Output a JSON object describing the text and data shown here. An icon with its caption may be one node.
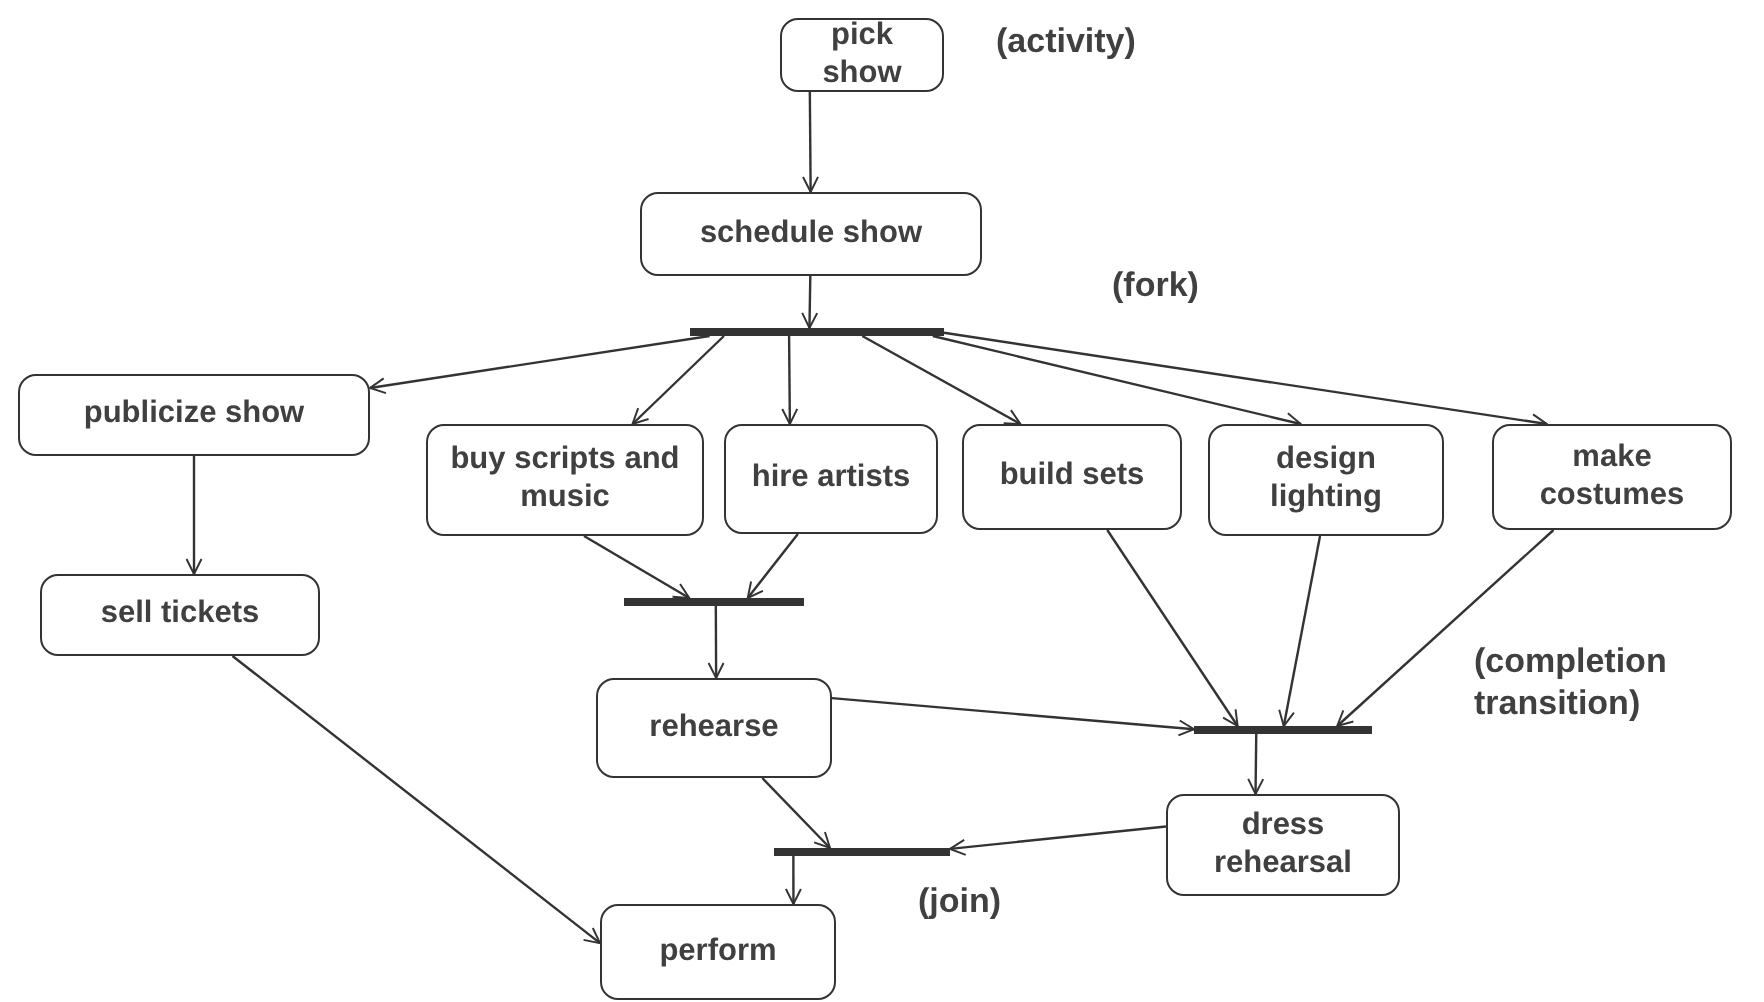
{
  "diagram": {
    "nodes": [
      {
        "text": [
          "pick show"
        ]
      },
      {
        "text": [
          "schedule show"
        ]
      },
      {
        "text": [],
        "shape": "bar"
      },
      {
        "text": [
          "publicize show"
        ]
      },
      {
        "text": [
          "buy scripts and music"
        ]
      },
      {
        "text": [
          "hire artists"
        ]
      },
      {
        "text": [
          "build sets"
        ]
      },
      {
        "text": [
          "design lighting"
        ]
      },
      {
        "text": [
          "make costumes"
        ]
      },
      {
        "text": [
          "sell tickets"
        ]
      },
      {
        "text": [],
        "shape": "bar"
      },
      {
        "text": [
          "rehearse"
        ]
      },
      {
        "text": [],
        "shape": "bar"
      },
      {
        "text": [
          "dress rehearsal"
        ]
      },
      {
        "text": [],
        "shape": "bar"
      },
      {
        "text": [
          "perform"
        ]
      }
    ],
    "edges": [
      {
        "from": 0,
        "to": 1,
        "arrow": "to"
      },
      {
        "from": 1,
        "to": 2,
        "arrow": "to"
      },
      {
        "from": 2,
        "to": 3,
        "arrow": "to"
      },
      {
        "from": 2,
        "to": 4,
        "arrow": "to"
      },
      {
        "from": 2,
        "to": 5,
        "arrow": "to"
      },
      {
        "from": 2,
        "to": 6,
        "arrow": "to"
      },
      {
        "from": 2,
        "to": 7,
        "arrow": "to"
      },
      {
        "from": 2,
        "to": 8,
        "arrow": "to"
      },
      {
        "from": 3,
        "to": 9,
        "arrow": "to"
      },
      {
        "from": 4,
        "to": 10,
        "arrow": "to"
      },
      {
        "from": 5,
        "to": 10,
        "arrow": "to"
      },
      {
        "from": 10,
        "to": 11,
        "arrow": "to"
      },
      {
        "from": 11,
        "to": 12,
        "arrow": "to"
      },
      {
        "from": 6,
        "to": 12,
        "arrow": "to"
      },
      {
        "from": 7,
        "to": 12,
        "arrow": "to"
      },
      {
        "from": 8,
        "to": 12,
        "arrow": "to"
      },
      {
        "from": 12,
        "to": 13,
        "arrow": "to"
      },
      {
        "from": 11,
        "to": 14,
        "arrow": "to"
      },
      {
        "from": 13,
        "to": 14,
        "arrow": "to"
      },
      {
        "from": 14,
        "to": 15,
        "arrow": "to"
      },
      {
        "from": 9,
        "to": 15,
        "arrow": "to"
      }
    ],
    "labels": [
      "(activity)",
      "(fork)",
      "(completion transition)",
      "(join)"
    ]
  }
}
